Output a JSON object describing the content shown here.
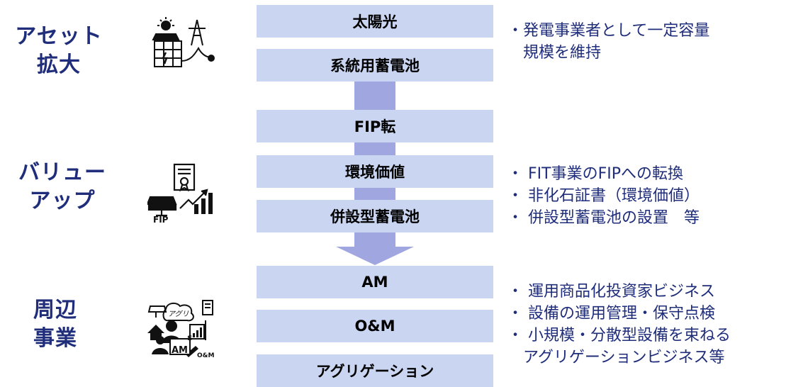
{
  "categories": [
    {
      "id": "asset",
      "lines": [
        "アセット",
        "拡大"
      ]
    },
    {
      "id": "value",
      "lines": [
        "バリュー",
        "アップ"
      ]
    },
    {
      "id": "peripheral",
      "lines": [
        "周辺",
        "事業"
      ]
    }
  ],
  "flow_boxes": [
    "太陽光",
    "系統用蓄電池",
    "FIP転",
    "環境価値",
    "併設型蓄電池",
    "AM",
    "O&M",
    "アグリゲーション"
  ],
  "descriptions": {
    "asset": [
      "・発電事業者として一定容量",
      "　規模を維持"
    ],
    "value": [
      "・ FIT事業のFIPへの転換",
      "・ 非化石証書（環境価値）",
      "・ 併設型蓄電池の設置　等"
    ],
    "peripheral": [
      "・ 運用商品化投資家ビジネス",
      "・ 設備の運用管理・保守点検",
      "・ 小規模・分散型設備を束ねる",
      "　アグリゲーションビジネス等"
    ]
  },
  "icon_labels": {
    "fip": "FIP",
    "agri": "アグリ",
    "am": "AM",
    "om": "O&M",
    "dollar": "$"
  },
  "icons": [
    "solar-storage-grid-icon",
    "fip-certificate-icon",
    "peripheral-business-icon"
  ],
  "colors": {
    "text_navy": "#1f2d7a",
    "box_fill": "#c9d5f1",
    "arrow_fill": "#a0a6e0"
  }
}
